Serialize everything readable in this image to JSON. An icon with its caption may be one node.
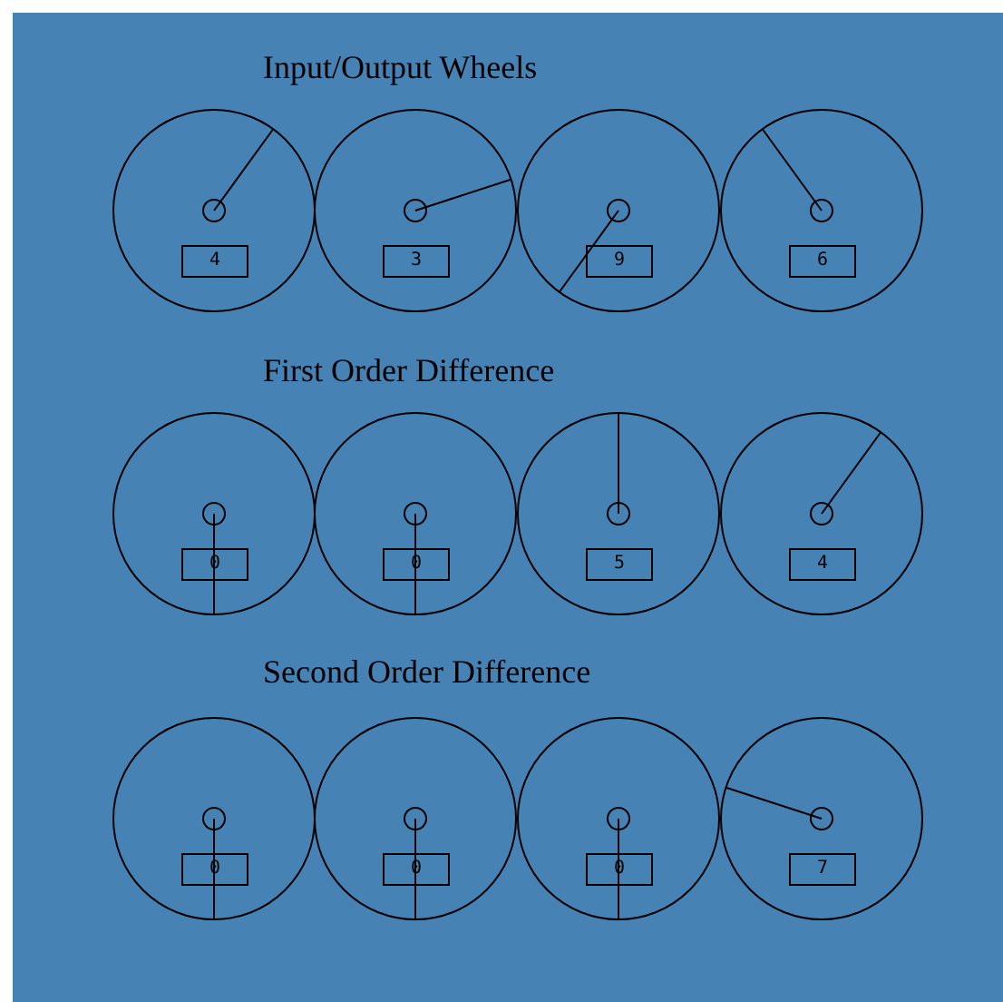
{
  "diagram": {
    "nodes": [
      {
        "text": [],
        "shape": "circle"
      },
      {
        "text": [
          "4"
        ],
        "in": 0
      },
      {
        "text": [],
        "shape": "circle"
      },
      {
        "text": [
          "3"
        ],
        "in": 2
      },
      {
        "text": [],
        "shape": "circle"
      },
      {
        "text": [
          "9"
        ],
        "in": 4
      },
      {
        "text": [],
        "shape": "circle"
      },
      {
        "text": [
          "6"
        ],
        "in": 6
      },
      {
        "text": [],
        "shape": "circle"
      },
      {
        "text": [
          "0"
        ],
        "in": 8
      },
      {
        "text": [],
        "shape": "circle"
      },
      {
        "text": [
          "0"
        ],
        "in": 10
      },
      {
        "text": [],
        "shape": "circle"
      },
      {
        "text": [
          "5"
        ],
        "in": 12
      },
      {
        "text": [],
        "shape": "circle"
      },
      {
        "text": [
          "4"
        ],
        "in": 14
      },
      {
        "text": [],
        "shape": "circle"
      },
      {
        "text": [
          "0"
        ],
        "in": 16
      },
      {
        "text": [],
        "shape": "circle"
      },
      {
        "text": [
          "0"
        ],
        "in": 18
      },
      {
        "text": [],
        "shape": "circle"
      },
      {
        "text": [
          "0"
        ],
        "in": 20
      },
      {
        "text": [],
        "shape": "circle"
      },
      {
        "text": [
          "7"
        ],
        "in": 22
      }
    ],
    "labels": [
      "Input/Output Wheels",
      "First Order Difference",
      "Second Order Difference"
    ]
  }
}
